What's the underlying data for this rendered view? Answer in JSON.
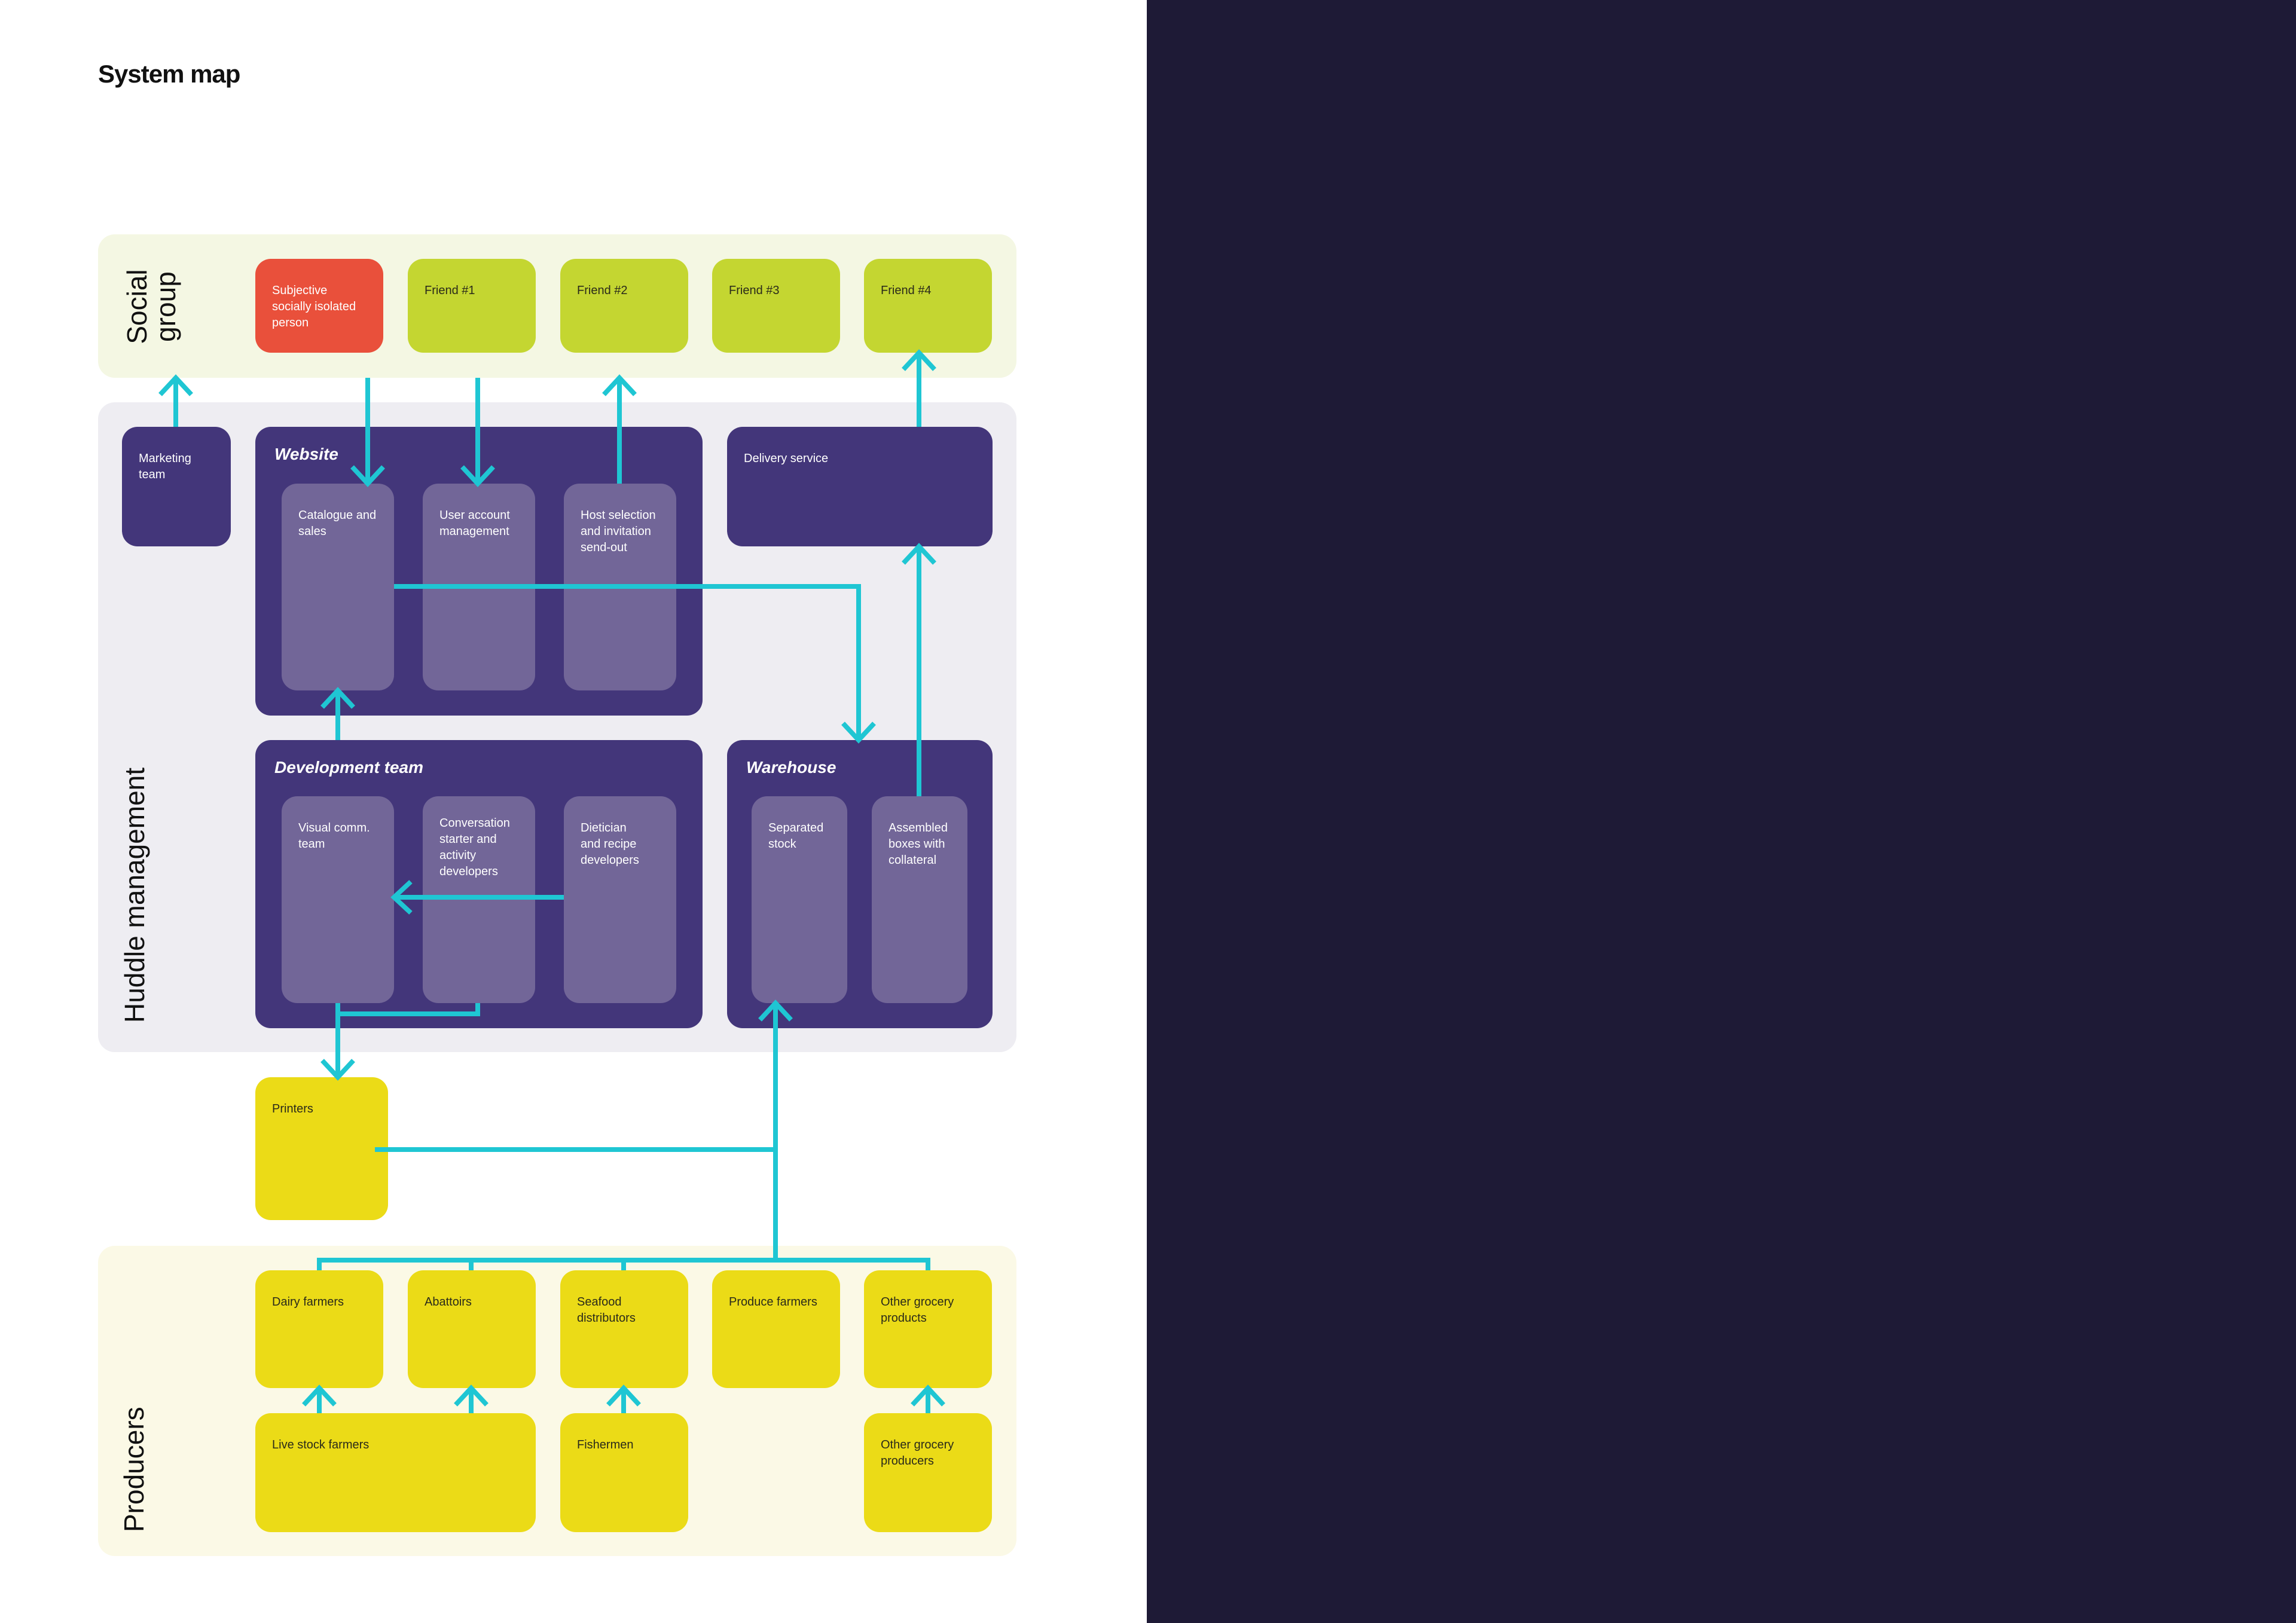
{
  "title": "System map",
  "colors": {
    "background_dark": "#1e1a36",
    "connector": "#1fc6d3",
    "social_band": "#f4f7e3",
    "management_band": "#eeedf2",
    "producers_band": "#fbf9e6",
    "purple_box": "#43367a",
    "inner_box": "#726698",
    "friend_box": "#c4d631",
    "person_box": "#e9503b",
    "producer_box": "#ebdb17"
  },
  "bands": {
    "social": "Social\ngroup",
    "management": "Huddle management",
    "producers": "Producers"
  },
  "social_group": {
    "person": "Subjective\nsocially isolated\nperson",
    "friends": [
      "Friend #1",
      "Friend #2",
      "Friend #3",
      "Friend #4"
    ]
  },
  "management": {
    "marketing": "Marketing\nteam",
    "website": {
      "title": "Website",
      "modules": [
        "Catalogue and\nsales",
        "User account\nmanagement",
        "Host selection\nand invitation\nsend-out"
      ]
    },
    "delivery": "Delivery service",
    "development": {
      "title": "Development team",
      "teams": [
        "Visual comm.\nteam",
        "Conversation\nstarter and\nactivity\ndevelopers",
        "Dietician\nand recipe\ndevelopers"
      ]
    },
    "warehouse": {
      "title": "Warehouse",
      "areas": [
        "Separated\nstock",
        "Assembled\nboxes with\ncollateral"
      ]
    }
  },
  "printers": "Printers",
  "producers": {
    "suppliers": [
      "Dairy farmers",
      "Abattoirs",
      "Seafood\ndistributors",
      "Produce farmers",
      "Other grocery\nproducts"
    ],
    "sources": [
      "Live stock farmers",
      "Fishermen",
      "Other grocery\nproducers"
    ]
  }
}
